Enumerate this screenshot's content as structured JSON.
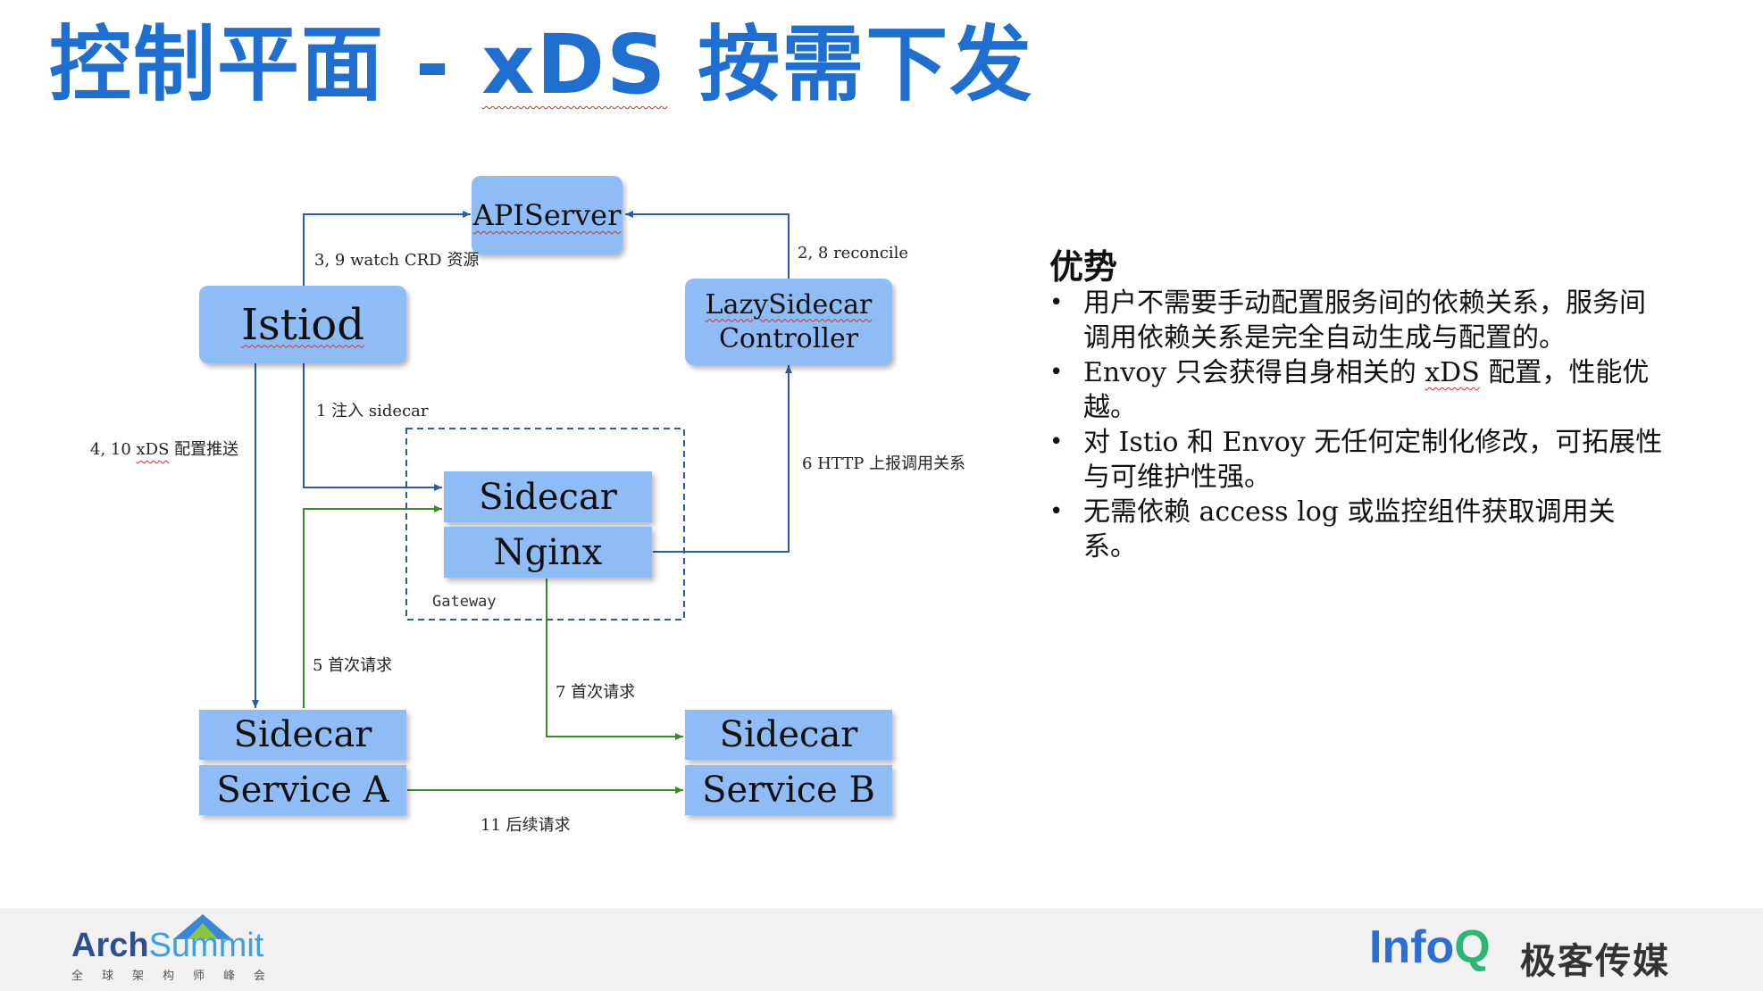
{
  "slide": {
    "title_prefix": "控制平面 - ",
    "title_xds": "xDS",
    "title_suffix": " 按需下发"
  },
  "diagram": {
    "apiserver": "APIServer",
    "istiod": "Istiod",
    "lazy_line1": "LazySidecar",
    "lazy_line2": "Controller",
    "gw_sidecar": "Sidecar",
    "gw_nginx": "Nginx",
    "gateway": "Gateway",
    "a_sidecar": "Sidecar",
    "a_service": "Service A",
    "b_sidecar": "Sidecar",
    "b_service": "Service B",
    "labels": {
      "watch_pre": "3, 9  watch CRD 资源",
      "reconcile": "2, 8  reconcile",
      "inject": "1  注入  sidecar",
      "xds_pre": "4, 10  ",
      "xds_word": "xDS",
      "xds_post": "  配置推送",
      "http_report": "6  HTTP  上报调用关系",
      "first_req5": "5  首次请求",
      "first_req7": "7  首次请求",
      "later_req": "11  后续请求"
    }
  },
  "advantages": {
    "title": "优势",
    "item1": "用户不需要手动配置服务间的依赖关系，服务间调用依赖关系是完全自动生成与配置的。",
    "item2_pre": "Envoy  只会获得自身相关的  ",
    "item2_xds": "xDS",
    "item2_post": "  配置，性能优越。",
    "item3": "对  Istio  和  Envoy  无任何定制化修改，可拓展性与可维护性强。",
    "item4": "无需依赖  access log 或监控组件获取调用关系。"
  },
  "footer": {
    "arch_part1": "Arch",
    "arch_part2": "Summit",
    "arch_sub": "全球架构师峰会",
    "infoq_part1": "Info",
    "infoq_part2": "Q",
    "jike": "极客传媒"
  },
  "colors": {
    "title": "#1f6fd0",
    "box": "#8fbcf5",
    "blue_line": "#2f5aa8",
    "green_line": "#3a8a2a",
    "gateway_border": "#2f5aa8"
  }
}
